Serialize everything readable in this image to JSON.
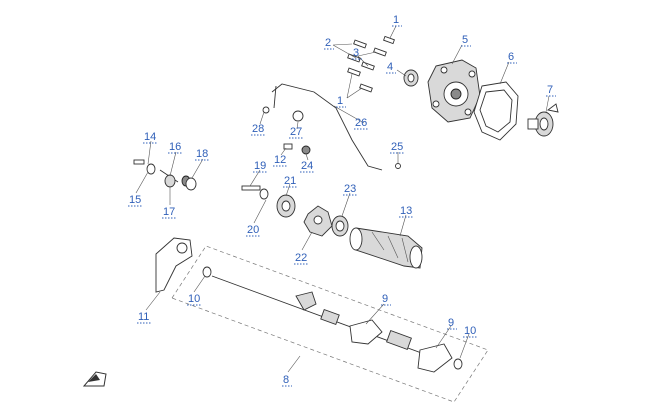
{
  "diagram": {
    "background_color": "#ffffff",
    "callout_color": "#2f5fb8",
    "line_color": "#333333",
    "callouts": [
      {
        "id": "c1a",
        "label": "1"
      },
      {
        "id": "c1b",
        "label": "1"
      },
      {
        "id": "c2",
        "label": "2"
      },
      {
        "id": "c3",
        "label": "3"
      },
      {
        "id": "c4",
        "label": "4"
      },
      {
        "id": "c5",
        "label": "5"
      },
      {
        "id": "c6",
        "label": "6"
      },
      {
        "id": "c7",
        "label": "7"
      },
      {
        "id": "c8",
        "label": "8"
      },
      {
        "id": "c9a",
        "label": "9"
      },
      {
        "id": "c9b",
        "label": "9"
      },
      {
        "id": "c10a",
        "label": "10"
      },
      {
        "id": "c10b",
        "label": "10"
      },
      {
        "id": "c11",
        "label": "11"
      },
      {
        "id": "c12",
        "label": "12"
      },
      {
        "id": "c13",
        "label": "13"
      },
      {
        "id": "c14",
        "label": "14"
      },
      {
        "id": "c15",
        "label": "15"
      },
      {
        "id": "c16",
        "label": "16"
      },
      {
        "id": "c17",
        "label": "17"
      },
      {
        "id": "c18",
        "label": "18"
      },
      {
        "id": "c19",
        "label": "19"
      },
      {
        "id": "c20",
        "label": "20"
      },
      {
        "id": "c21",
        "label": "21"
      },
      {
        "id": "c22",
        "label": "22"
      },
      {
        "id": "c23",
        "label": "23"
      },
      {
        "id": "c24",
        "label": "24"
      },
      {
        "id": "c25",
        "label": "25"
      },
      {
        "id": "c26",
        "label": "26"
      },
      {
        "id": "c27",
        "label": "27"
      },
      {
        "id": "c28",
        "label": "28"
      }
    ],
    "orientation_icon": "direction-arrow-icon"
  }
}
